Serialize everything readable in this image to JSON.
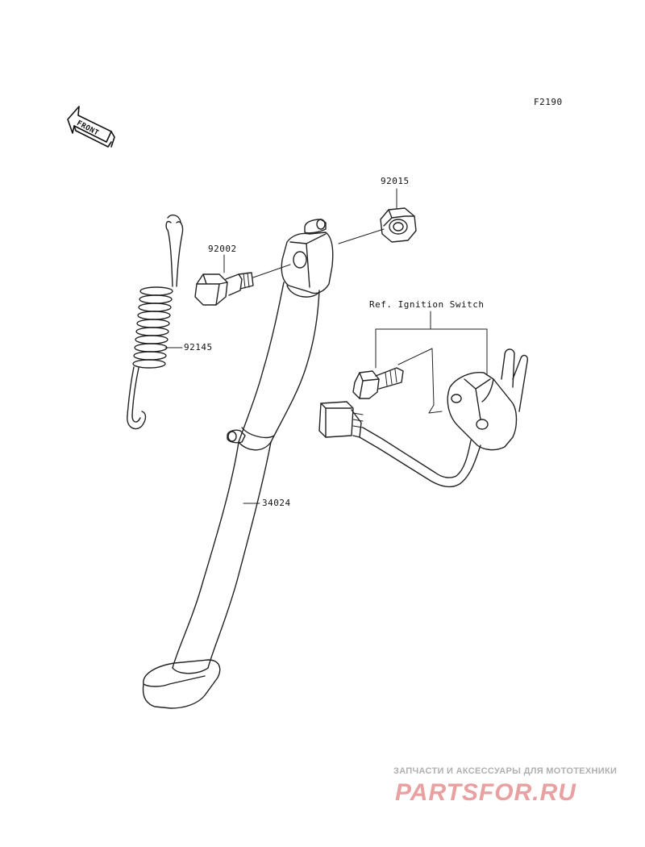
{
  "diagram": {
    "figure_code": "F2190",
    "front_label": "FRONT",
    "parts": [
      {
        "number": "92015"
      },
      {
        "number": "92002"
      },
      {
        "number": "92145"
      },
      {
        "number": "34024"
      }
    ],
    "reference_label": "Ref. Ignition Switch"
  },
  "watermark": {
    "tagline": "ЗАПЧАСТИ И АКСЕССУАРЫ ДЛЯ МОТОТЕХНИКИ",
    "brand": "PARTSFOR.RU",
    "brand_color": "#e8a0a0"
  }
}
